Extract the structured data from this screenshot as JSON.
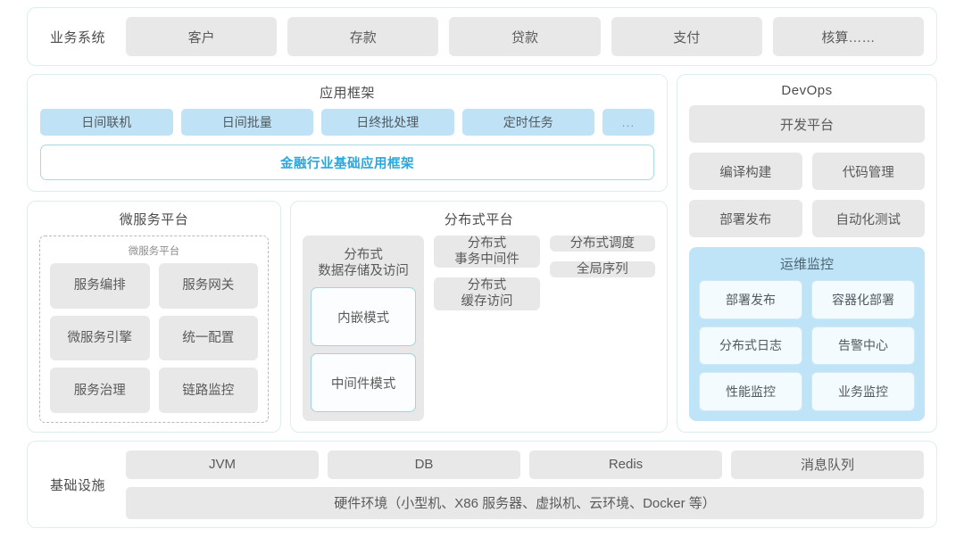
{
  "business_systems": {
    "label": "业务系统",
    "items": [
      "客户",
      "存款",
      "贷款",
      "支付",
      "核算……"
    ]
  },
  "app_framework": {
    "title": "应用框架",
    "chips": [
      "日间联机",
      "日间批量",
      "日终批处理",
      "定时任务",
      "..."
    ],
    "foundation": "金融行业基础应用框架"
  },
  "microservice_platform": {
    "title": "微服务平台",
    "inner_title": "微服务平台",
    "items": [
      "服务编排",
      "服务网关",
      "微服务引擎",
      "统一配置",
      "服务治理",
      "链路监控"
    ]
  },
  "distributed_platform": {
    "title": "分布式平台",
    "col1": {
      "title": "分布式\n数据存储及访问",
      "title_line1": "分布式",
      "title_line2": "数据存储及访问",
      "sub_items": [
        "内嵌模式",
        "中间件模式"
      ]
    },
    "col2": [
      "分布式\n事务中间件",
      "分布式\n缓存访问"
    ],
    "col2_lines": [
      [
        "分布式",
        "事务中间件"
      ],
      [
        "分布式",
        "缓存访问"
      ]
    ],
    "col3": [
      "分布式调度",
      "全局序列"
    ]
  },
  "devops": {
    "title": "DevOps",
    "platform": "开发平台",
    "items": [
      "编译构建",
      "代码管理",
      "部署发布",
      "自动化测试"
    ],
    "ops": {
      "title": "运维监控",
      "items": [
        "部署发布",
        "容器化部署",
        "分布式日志",
        "告警中心",
        "性能监控",
        "业务监控"
      ]
    }
  },
  "infrastructure": {
    "label": "基础设施",
    "items": [
      "JVM",
      "DB",
      "Redis",
      "消息队列"
    ],
    "hardware": "硬件环境（小型机、X86 服务器、虚拟机、云环境、Docker 等）"
  },
  "colors": {
    "panel_border": "#dceef0",
    "gray_chip": "#e8e8e8",
    "blue_chip": "#c0e2f6",
    "accent_blue": "#29a8e0",
    "ops_bg": "#bfe3f7"
  }
}
